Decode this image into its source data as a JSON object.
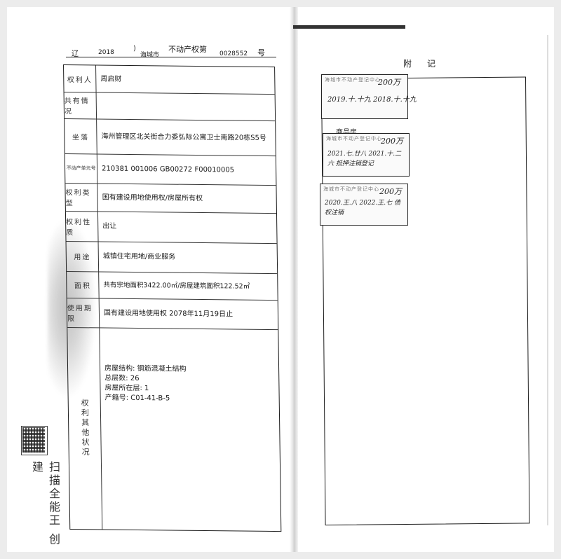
{
  "left_header": {
    "prefix": "辽",
    "year": "2018",
    "city": "海城市",
    "title": "不动产权第",
    "number": "0028552",
    "suffix": "号"
  },
  "table": {
    "rows": [
      {
        "label": "权利人",
        "value": "周启财"
      },
      {
        "label": "共有情况",
        "value": ""
      },
      {
        "label": "坐落",
        "value": "海州管理区北关街合力委弘际公寓卫士南路20栋S5号"
      },
      {
        "label": "不动产单元号",
        "value": "210381 001006 GB00272 F00010005"
      },
      {
        "label": "权利类型",
        "value": "国有建设用地使用权/房屋所有权"
      },
      {
        "label": "权利性质",
        "value": "出让"
      },
      {
        "label": "用途",
        "value": "城镇住宅用地/商业服务"
      },
      {
        "label": "面积",
        "value": "共有宗地面积3422.00㎡/房屋建筑面积122.52㎡"
      },
      {
        "label": "使用期限",
        "value": "国有建设用地使用权 2078年11月19日止"
      }
    ],
    "other_label": "权利其他状况",
    "other_lines": [
      "房屋结构: 钢筋混凝土结构",
      "总层数: 26",
      "房屋所在层: 1",
      "产籍号: C01-41-B-5"
    ]
  },
  "right_page": {
    "title": "附记",
    "house_type": "商品房",
    "stamps": [
      {
        "header": "海城市不动产登记中心",
        "note": "200万",
        "handwriting": "2019.十.十九 2018.十.十九"
      },
      {
        "header": "海城市不动产登记中心",
        "note": "200万",
        "handwriting": "2021.七.廿八 2021.十.二六 抵押注销登记"
      },
      {
        "header": "海城市不动产登记中心",
        "note": "200万",
        "handwriting": "2020.王.八 2022.王.七 债权注销"
      }
    ]
  },
  "watermark": {
    "text": "扫描全能王 创建"
  }
}
